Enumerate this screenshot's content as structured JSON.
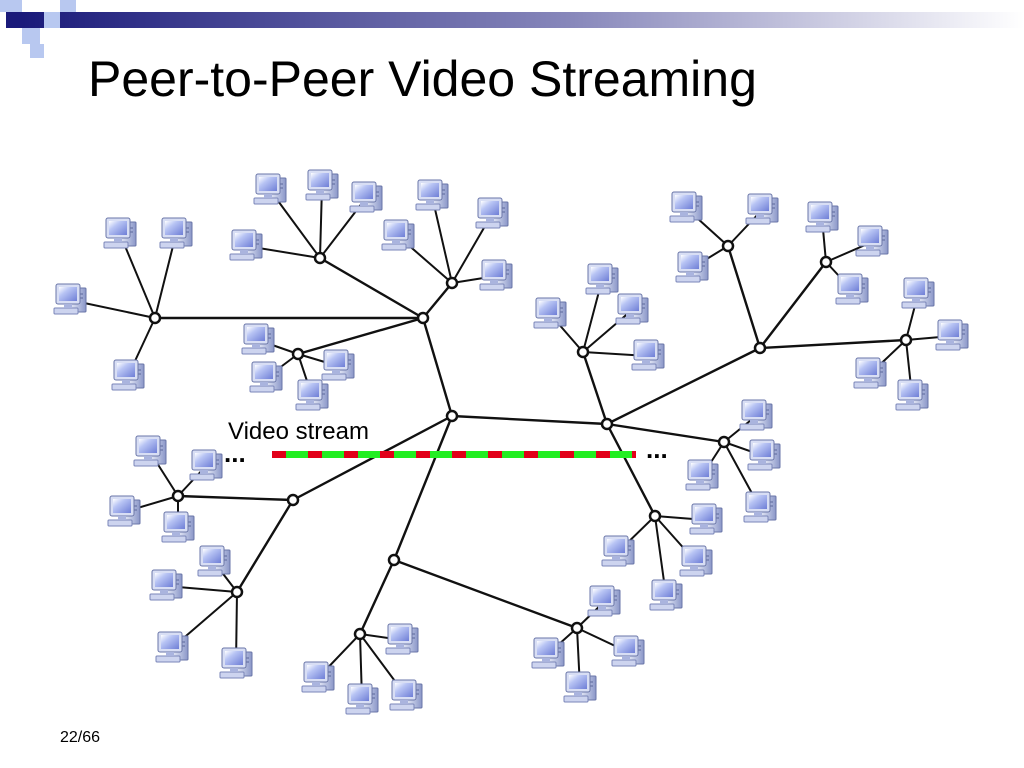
{
  "slide": {
    "title": "Peer-to-Peer Video Streaming",
    "page_number": "22/66"
  },
  "diagram": {
    "stream_label": "Video stream",
    "ellipsis_left": "...",
    "ellipsis_right": "...",
    "stream_colors": [
      "#e2001a",
      "#22ee22"
    ],
    "accent_colors": {
      "navy": "#1a1a7a",
      "light_blue": "#b8c8f0"
    }
  }
}
